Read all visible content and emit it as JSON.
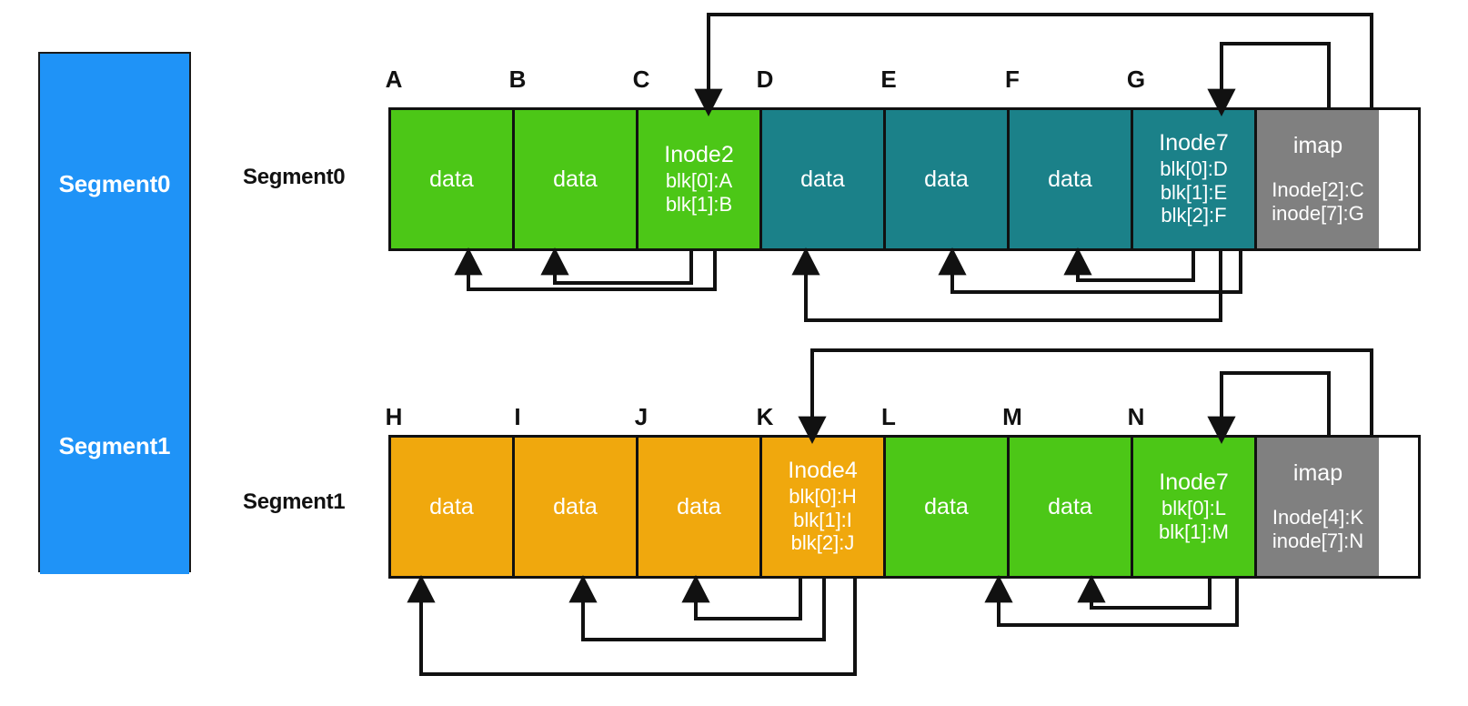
{
  "legend": {
    "segments": [
      {
        "label": "Segment0",
        "color": "#1f93f7"
      },
      {
        "label": "Segment1",
        "color": "#1f93f7"
      }
    ]
  },
  "colors": {
    "green": "#4CC717",
    "teal": "#1B8189",
    "orange": "#F0A80D",
    "gray": "#808080",
    "blue": "#1f93f7",
    "stroke": "#111111",
    "text_on_block": "#ffffff"
  },
  "rows": [
    {
      "row_label": "Segment0",
      "captions": [
        "A",
        "B",
        "C",
        "D",
        "E",
        "F",
        "G"
      ],
      "blocks": [
        {
          "caption": "A",
          "kind": "data",
          "color": "green",
          "title": "data",
          "lines": []
        },
        {
          "caption": "B",
          "kind": "data",
          "color": "green",
          "title": "data",
          "lines": []
        },
        {
          "caption": "C",
          "kind": "inode",
          "color": "green",
          "title": "Inode2",
          "lines": [
            "blk[0]:A",
            "blk[1]:B"
          ]
        },
        {
          "caption": "D",
          "kind": "data",
          "color": "teal",
          "title": "data",
          "lines": []
        },
        {
          "caption": "E",
          "kind": "data",
          "color": "teal",
          "title": "data",
          "lines": []
        },
        {
          "caption": "F",
          "kind": "data",
          "color": "teal",
          "title": "data",
          "lines": []
        },
        {
          "caption": "G",
          "kind": "inode",
          "color": "teal",
          "title": "Inode7",
          "lines": [
            "blk[0]:D",
            "blk[1]:E",
            "blk[2]:F"
          ]
        },
        {
          "caption": "",
          "kind": "imap",
          "color": "gray",
          "title": "imap",
          "lines": [
            "Inode[2]:C",
            "inode[7]:G"
          ]
        }
      ]
    },
    {
      "row_label": "Segment1",
      "captions": [
        "H",
        "I",
        "J",
        "K",
        "L",
        "M",
        "N"
      ],
      "blocks": [
        {
          "caption": "H",
          "kind": "data",
          "color": "orange",
          "title": "data",
          "lines": []
        },
        {
          "caption": "I",
          "kind": "data",
          "color": "orange",
          "title": "data",
          "lines": []
        },
        {
          "caption": "J",
          "kind": "data",
          "color": "orange",
          "title": "data",
          "lines": []
        },
        {
          "caption": "K",
          "kind": "inode",
          "color": "orange",
          "title": "Inode4",
          "lines": [
            "blk[0]:H",
            "blk[1]:I",
            "blk[2]:J"
          ]
        },
        {
          "caption": "L",
          "kind": "data",
          "color": "green",
          "title": "data",
          "lines": []
        },
        {
          "caption": "M",
          "kind": "data",
          "color": "green",
          "title": "data",
          "lines": []
        },
        {
          "caption": "N",
          "kind": "inode",
          "color": "green",
          "title": "Inode7",
          "lines": [
            "blk[0]:L",
            "blk[1]:M"
          ]
        },
        {
          "caption": "",
          "kind": "imap",
          "color": "gray",
          "title": "imap",
          "lines": [
            "Inode[4]:K",
            "inode[7]:N"
          ]
        }
      ]
    }
  ],
  "pointers": {
    "segment0": [
      {
        "from": "imap.Inode[2]:C",
        "to": "C"
      },
      {
        "from": "imap.inode[7]:G",
        "to": "G"
      },
      {
        "from": "Inode2.blk[0]:A",
        "to": "A"
      },
      {
        "from": "Inode2.blk[1]:B",
        "to": "B"
      },
      {
        "from": "Inode7.blk[0]:D",
        "to": "D"
      },
      {
        "from": "Inode7.blk[1]:E",
        "to": "E"
      },
      {
        "from": "Inode7.blk[2]:F",
        "to": "F"
      }
    ],
    "segment1": [
      {
        "from": "imap.Inode[4]:K",
        "to": "K"
      },
      {
        "from": "imap.inode[7]:N",
        "to": "N"
      },
      {
        "from": "Inode4.blk[0]:H",
        "to": "H"
      },
      {
        "from": "Inode4.blk[1]:I",
        "to": "I"
      },
      {
        "from": "Inode4.blk[2]:J",
        "to": "J"
      },
      {
        "from": "Inode7.blk[0]:L",
        "to": "L"
      },
      {
        "from": "Inode7.blk[1]:M",
        "to": "M"
      }
    ]
  }
}
